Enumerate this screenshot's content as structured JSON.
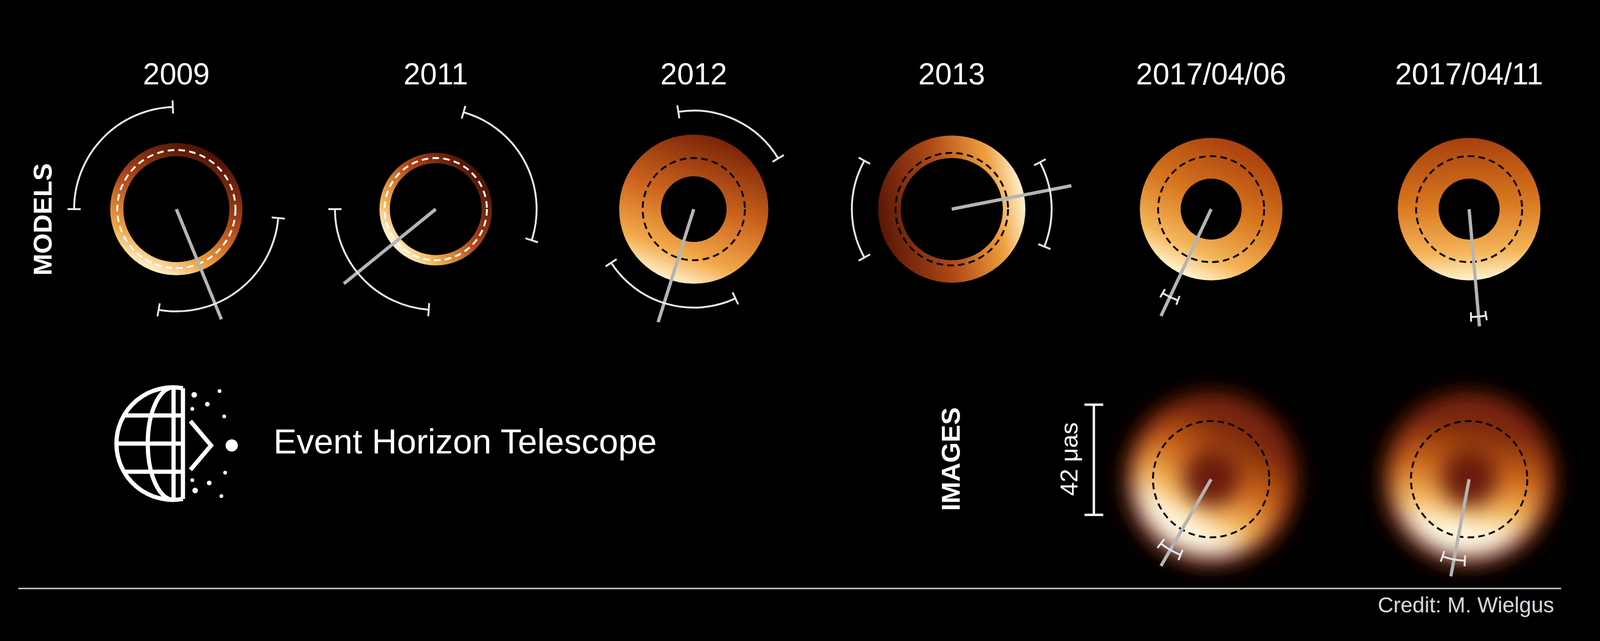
{
  "diagram": {
    "labels": [
      "2009",
      "2011",
      "2012",
      "2013",
      "2017/04/06",
      "2017/04/11",
      "MODELS",
      "Event Horizon Telescope",
      "IMAGES",
      "42 μas",
      "Credit: M. Wielgus"
    ]
  }
}
